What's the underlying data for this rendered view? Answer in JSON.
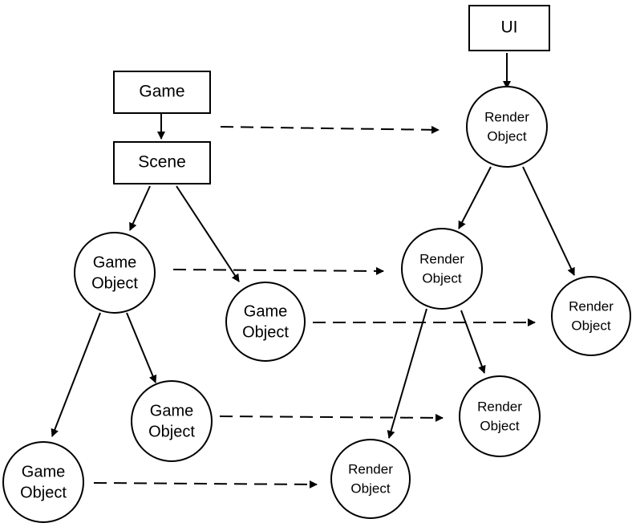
{
  "nodes": {
    "ui": {
      "lines": [
        "UI"
      ]
    },
    "game": {
      "lines": [
        "Game"
      ]
    },
    "scene": {
      "lines": [
        "Scene"
      ]
    },
    "render_root": {
      "lines": [
        "Render",
        "Object"
      ]
    },
    "game_object_1": {
      "lines": [
        "Game",
        "Object"
      ]
    },
    "game_object_2": {
      "lines": [
        "Game",
        "Object"
      ]
    },
    "game_object_3": {
      "lines": [
        "Game",
        "Object"
      ]
    },
    "game_object_4": {
      "lines": [
        "Game",
        "Object"
      ]
    },
    "render_object_1": {
      "lines": [
        "Render",
        "Object"
      ]
    },
    "render_object_2": {
      "lines": [
        "Render",
        "Object"
      ]
    },
    "render_object_3": {
      "lines": [
        "Render",
        "Object"
      ]
    },
    "render_object_4": {
      "lines": [
        "Render",
        "Object"
      ]
    }
  },
  "edges": [
    {
      "from": "ui",
      "to": "render_root",
      "style": "solid"
    },
    {
      "from": "game",
      "to": "scene",
      "style": "solid"
    },
    {
      "from": "scene",
      "to": "game_object_1",
      "style": "solid"
    },
    {
      "from": "scene",
      "to": "game_object_2",
      "style": "solid"
    },
    {
      "from": "game_object_1",
      "to": "game_object_3",
      "style": "solid"
    },
    {
      "from": "game_object_1",
      "to": "game_object_4",
      "style": "solid"
    },
    {
      "from": "render_root",
      "to": "render_object_1",
      "style": "solid"
    },
    {
      "from": "render_root",
      "to": "render_object_2",
      "style": "solid"
    },
    {
      "from": "render_object_1",
      "to": "render_object_3",
      "style": "solid"
    },
    {
      "from": "render_object_1",
      "to": "render_object_4",
      "style": "solid"
    },
    {
      "from": "game",
      "to": "render_root",
      "style": "dashed"
    },
    {
      "from": "game_object_1",
      "to": "render_object_1",
      "style": "dashed"
    },
    {
      "from": "game_object_2",
      "to": "render_object_2",
      "style": "dashed"
    },
    {
      "from": "game_object_3",
      "to": "render_object_3",
      "style": "dashed"
    },
    {
      "from": "game_object_4",
      "to": "render_object_4",
      "style": "dashed"
    }
  ]
}
